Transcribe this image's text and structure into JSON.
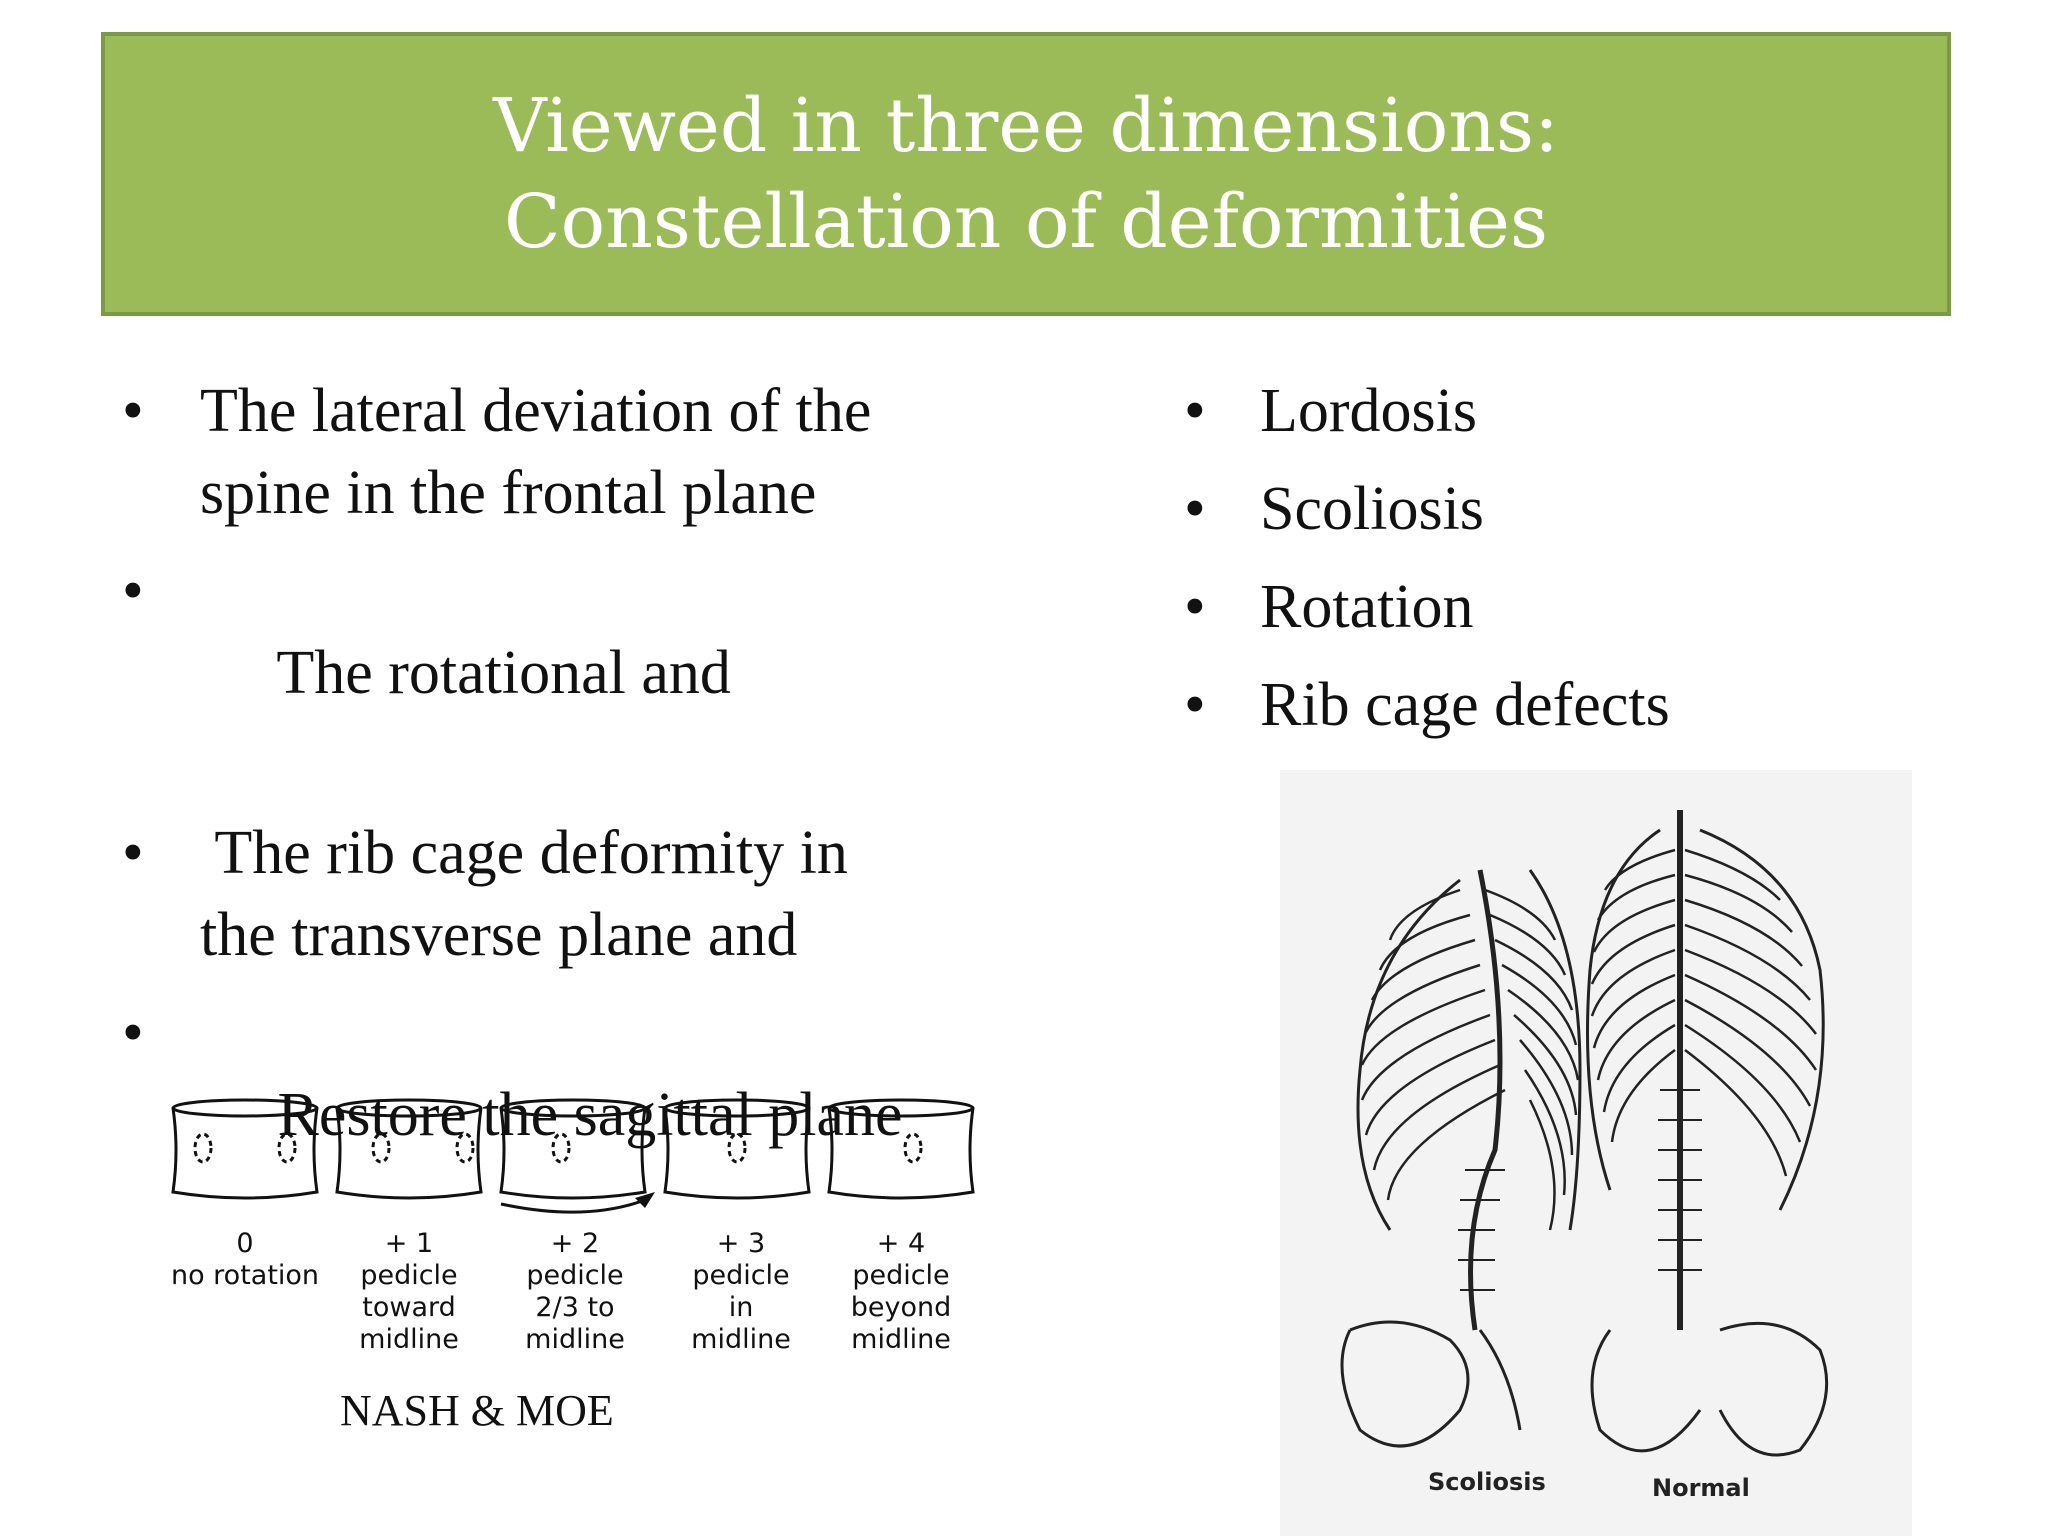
{
  "title": {
    "line1": "Viewed in three dimensions:",
    "line2": "Constellation of deformities"
  },
  "colors": {
    "title_bg": "#9bbb59",
    "title_text": "#ffffff"
  },
  "left_bullets": [
    {
      "line1": "The lateral deviation of the",
      "line2": "spine in the frontal plane"
    },
    {
      "line1": " The rotational and",
      "line2": ""
    },
    {
      "line1": " The rib cage deformity in",
      "line2": "the transverse plane and"
    },
    {
      "line1": " Restore the sagittal plane",
      "line2": ""
    }
  ],
  "right_bullets": [
    "Lordosis",
    "Scoliosis",
    "Rotation",
    "Rib cage defects"
  ],
  "nash_figure": {
    "grades": [
      {
        "grade": "0",
        "lines": [
          "no rotation"
        ]
      },
      {
        "grade": "+ 1",
        "lines": [
          "pedicle",
          "toward",
          "midline"
        ]
      },
      {
        "grade": "+ 2",
        "lines": [
          "pedicle",
          "2/3 to",
          "midline"
        ]
      },
      {
        "grade": "+ 3",
        "lines": [
          "pedicle",
          "in",
          "midline"
        ]
      },
      {
        "grade": "+ 4",
        "lines": [
          "pedicle",
          "beyond",
          "midline"
        ]
      }
    ],
    "caption": "NASH & MOE"
  },
  "spine_figure": {
    "label_left": "Scoliosis",
    "label_right": "Normal"
  }
}
